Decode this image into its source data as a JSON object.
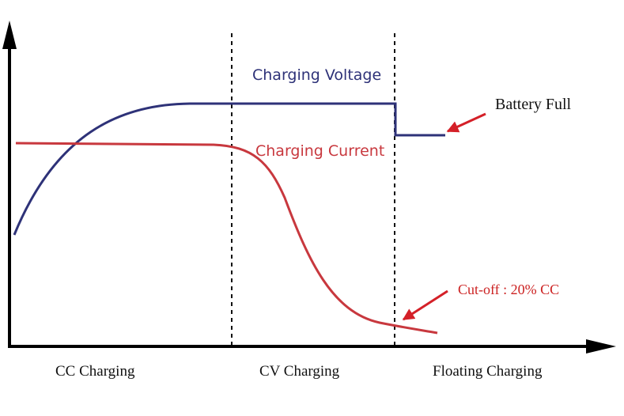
{
  "colors": {
    "voltage": "#2e3278",
    "current": "#c8383e",
    "axis": "#000000",
    "arrow": "#d42028",
    "callout_red": "#cc2222"
  },
  "series": {
    "voltage_label": "Charging Voltage",
    "current_label": "Charging Current"
  },
  "phases": [
    "CC Charging",
    "CV Charging",
    "Floating Charging"
  ],
  "annotations": {
    "battery_full": "Battery Full",
    "cutoff": "Cut-off : 20% CC"
  }
}
